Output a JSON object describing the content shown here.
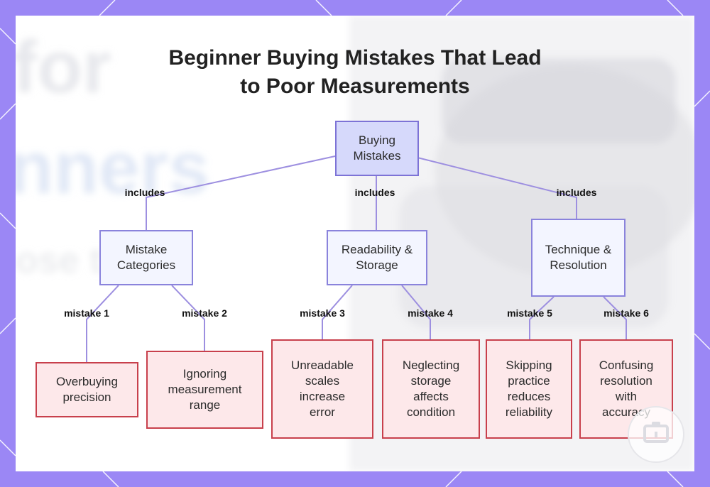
{
  "title": "Beginner Buying Mistakes That Lead to Poor Measurements",
  "root": {
    "label": "Buying Mistakes"
  },
  "categories": [
    {
      "label": "Mistake Categories",
      "edge": "includes"
    },
    {
      "label": "Readability & Storage",
      "edge": "includes"
    },
    {
      "label": "Technique & Resolution",
      "edge": "includes"
    }
  ],
  "mistakes": [
    {
      "label": "Overbuying precision",
      "edge": "mistake 1"
    },
    {
      "label": "Ignoring measurement range",
      "edge": "mistake 2"
    },
    {
      "label": "Unreadable scales increase error",
      "edge": "mistake 3"
    },
    {
      "label": "Neglecting storage affects condition",
      "edge": "mistake 4"
    },
    {
      "label": "Skipping practice reduces reliability",
      "edge": "mistake 5"
    },
    {
      "label": "Confusing resolution with accuracy",
      "edge": "mistake 6"
    }
  ],
  "background_text": [
    "for",
    "nners",
    "ose t"
  ],
  "colors": {
    "frame": "#9b87f5",
    "root_fill": "#d6d9fb",
    "category_fill": "#f3f5ff",
    "leaf_fill": "#fde8ea",
    "leaf_border": "#c8404c",
    "connector": "#9d8fe0"
  }
}
